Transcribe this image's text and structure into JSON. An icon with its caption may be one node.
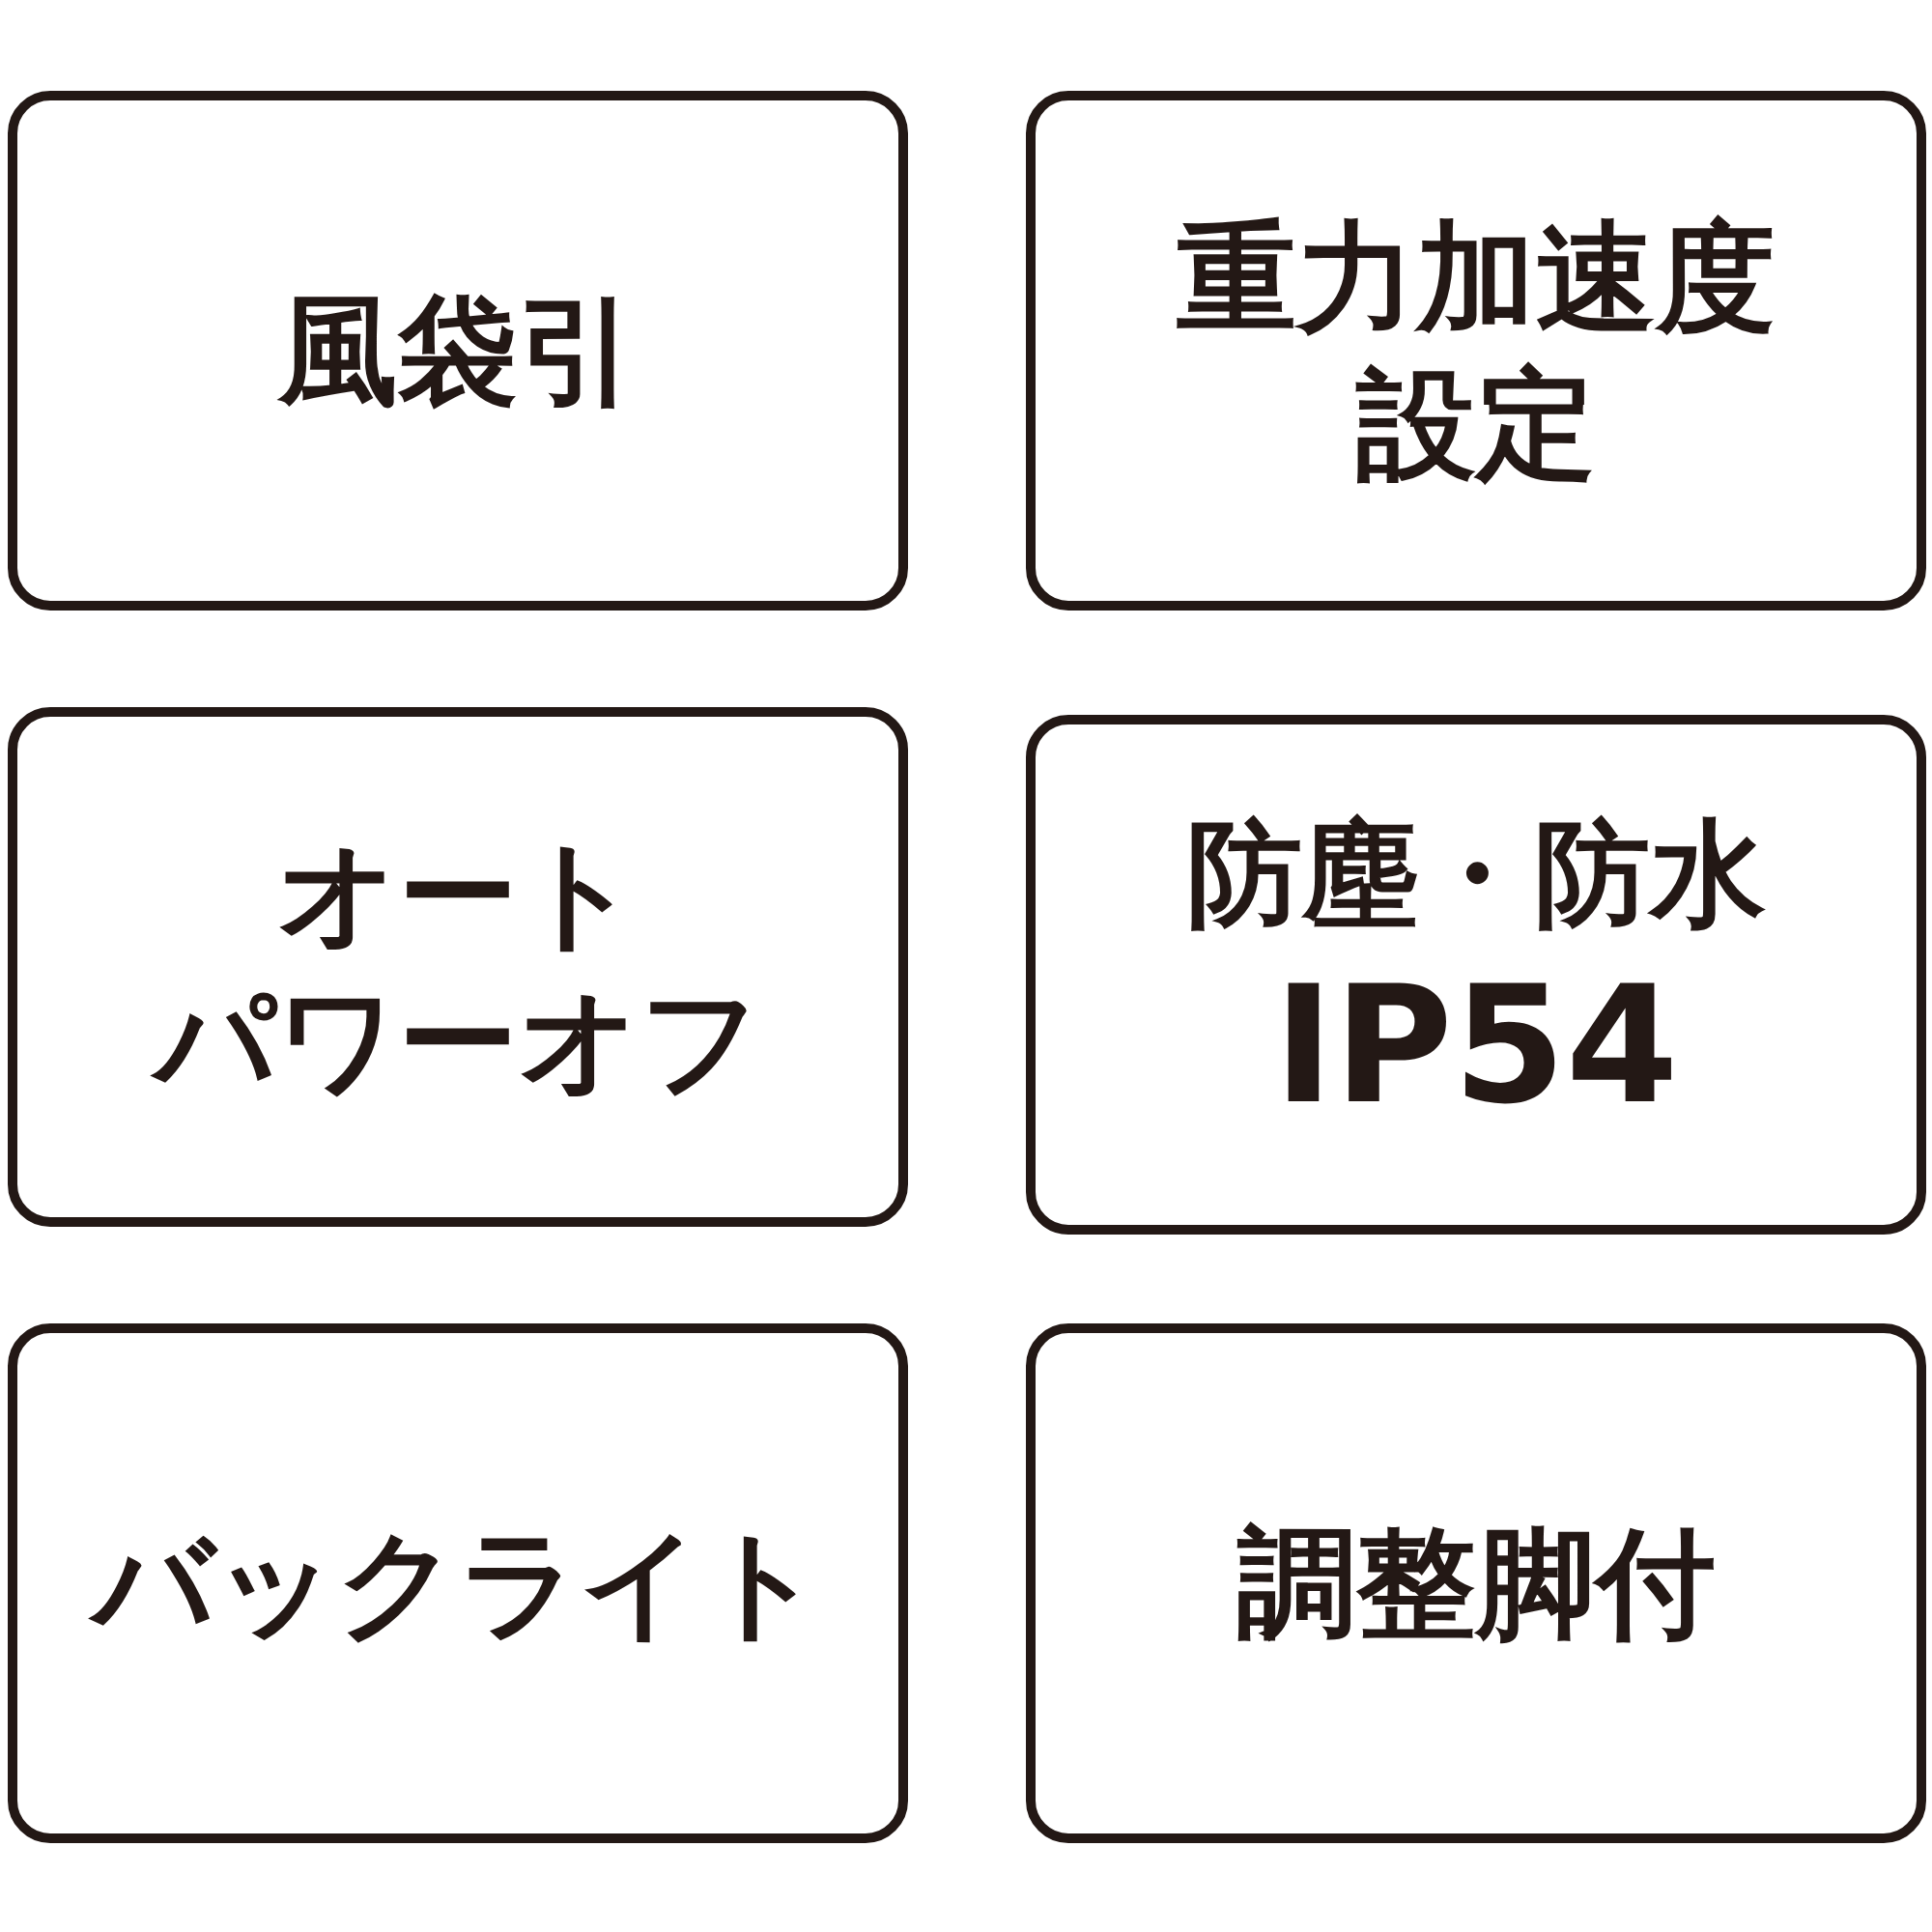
{
  "diagram": {
    "nodes": [
      {
        "text": [
          "風袋引"
        ]
      },
      {
        "text": [
          "重力加速度",
          "設定"
        ]
      },
      {
        "text": [
          "オート",
          "パワーオフ"
        ]
      },
      {
        "text": [
          "防塵・防水",
          "IP54"
        ]
      },
      {
        "text": [
          "バックライト"
        ]
      },
      {
        "text": [
          "調整脚付"
        ]
      }
    ]
  }
}
